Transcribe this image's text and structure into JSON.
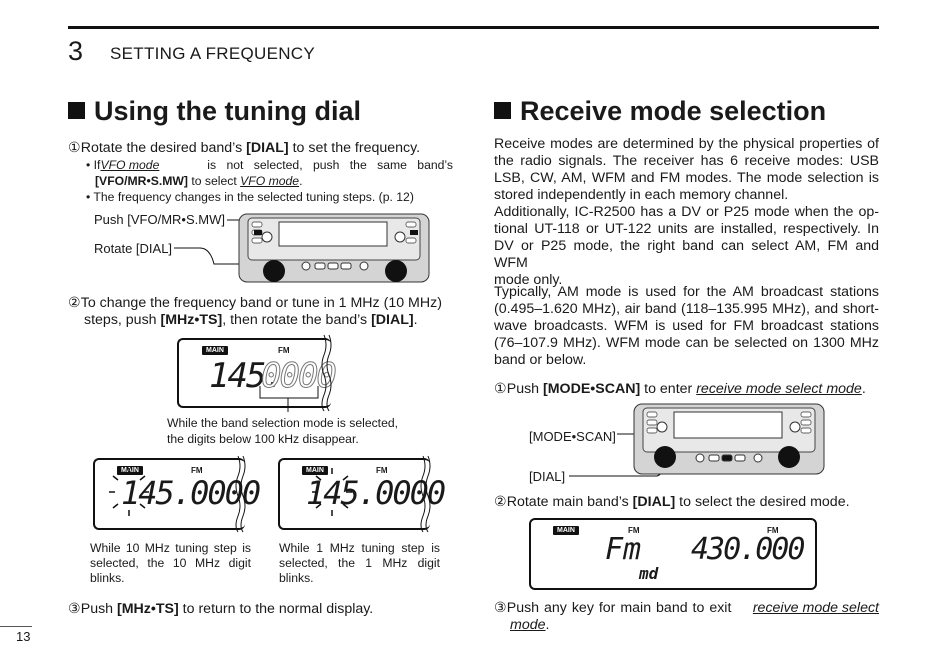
{
  "header": {
    "chapter_number": "3",
    "chapter_title": "SETTING A FREQUENCY"
  },
  "page_number": "13",
  "left": {
    "heading": "Using the tuning dial",
    "step1": {
      "num": "①",
      "pre": "Rotate the desired band’s ",
      "key": "[DIAL]",
      "post": " to set the frequency."
    },
    "bullet1": {
      "pre": "• If ",
      "term": "VFO mode",
      "mid": " is not selected, push the same band’s",
      "key": "[VFO/MR•S.MW]",
      "post": " to select ",
      "term2": "VFO mode",
      "end": "."
    },
    "bullet2": "• The frequency changes in the selected tuning steps. (p. 12)",
    "fig1": {
      "label_push": "Push [VFO/MR•S.MW]",
      "label_rotate": "Rotate [DIAL]"
    },
    "step2": {
      "num": "②",
      "line1": "To change the frequency band or tune in 1 MHz (10 MHz)",
      "pre": "steps, push ",
      "key1": "[MHz•TS]",
      "mid": ", then rotate the band’s ",
      "key2": "[DIAL]",
      "end": "."
    },
    "lcd_main": {
      "tag": "MAIN",
      "mode": "FM",
      "digits_bright": "145.",
      "digits_dim": "0000"
    },
    "caption_main": [
      "While the band selection mode is selected,",
      "the digits below 100 kHz disappear."
    ],
    "lcd_10mhz": {
      "tag": "MAIN",
      "mode": "FM",
      "digits": "145.0000"
    },
    "lcd_1mhz": {
      "tag": "MAIN",
      "mode": "FM",
      "digits": "145.0000"
    },
    "caption_10mhz": [
      "While 10 MHz tuning step is",
      "selected, the 10 MHz digit",
      "blinks."
    ],
    "caption_1mhz": [
      "While 1 MHz tuning step is",
      "selected, the 1 MHz digit",
      "blinks."
    ],
    "step3": {
      "num": "③",
      "pre": "Push ",
      "key": "[MHz•TS]",
      "post": " to return to the normal display."
    }
  },
  "right": {
    "heading": "Receive mode selection",
    "para1": [
      "Receive modes are determined by the physical properties of",
      "the radio signals. The receiver has 6 receive modes: USB",
      "LSB, CW, AM, WFM and FM modes. The mode selection is",
      "stored independently in each memory channel.",
      "Additionally, IC-R2500 has a DV or P25 mode when the op-",
      "tional UT-118 or UT-122 units are installed, respectively. In",
      "DV or P25 mode, the right band can select AM, FM and WFM",
      "mode only."
    ],
    "para2": [
      "Typically, AM mode is used for the AM broadcast stations",
      "(0.495–1.620 MHz), air band (118–135.995 MHz), and short-",
      "wave broadcasts. WFM is used for FM broadcast stations",
      "(76–107.9 MHz). WFM mode can be selected on 1300 MHz",
      "band or below."
    ],
    "step1": {
      "num": "①",
      "pre": "Push ",
      "key": "[MODE•SCAN]",
      "mid": " to enter ",
      "term": "receive mode select mode",
      "end": "."
    },
    "fig2": {
      "label_mode": "[MODE•SCAN]",
      "label_dial": "[DIAL]"
    },
    "step2": {
      "num": "②",
      "pre": "Rotate main band’s ",
      "key": "[DIAL]",
      "post": " to select the desired mode."
    },
    "lcd_mode": {
      "tag": "MAIN",
      "mode_left": "FM",
      "mode_right": "FM",
      "mode_text": "Fm",
      "sub_text": "md",
      "freq": "430.000"
    },
    "step3": {
      "num": "③",
      "pre": "Push any key for main band to exit ",
      "term1": "receive mode select",
      "term2": "mode",
      "end": "."
    }
  }
}
